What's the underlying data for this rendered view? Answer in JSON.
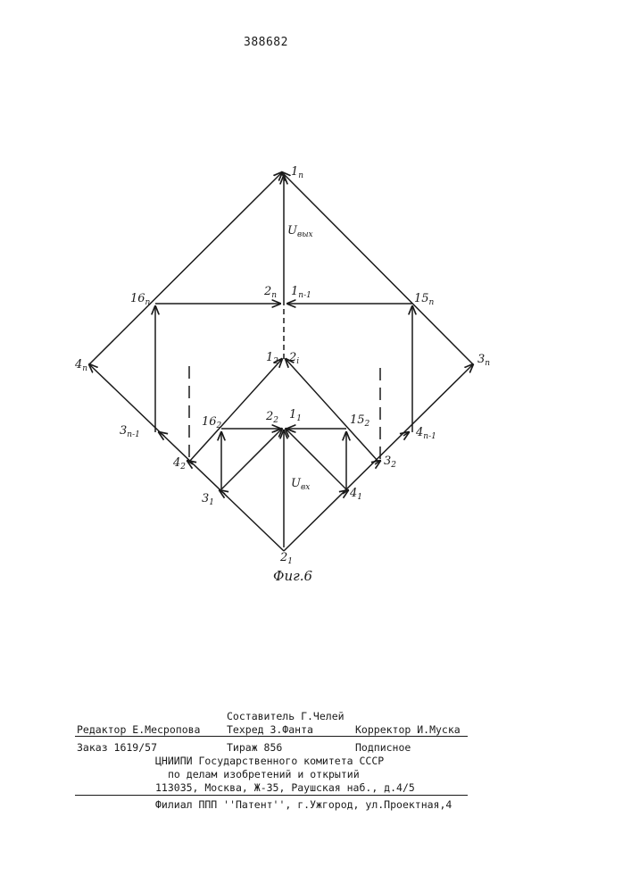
{
  "document": {
    "patent_number": "388682",
    "figure_caption": "Фиг.6"
  },
  "diagram_labels": {
    "n1_top": {
      "base": "1",
      "sub": "n"
    },
    "u_out": {
      "base": "U",
      "sub": "вых"
    },
    "n16_top": {
      "base": "16",
      "sub": "n"
    },
    "n2_top": {
      "base": "2",
      "sub": "n"
    },
    "n1_n1": {
      "base": "1",
      "sub": "n-1"
    },
    "n15_top": {
      "base": "15",
      "sub": "n"
    },
    "n4_n": {
      "base": "4",
      "sub": "n"
    },
    "n3_n": {
      "base": "3",
      "sub": "n"
    },
    "n1_2": {
      "base": "1",
      "sub": "2"
    },
    "n2_i": {
      "base": "2",
      "sub": "i"
    },
    "n3_n1": {
      "base": "3",
      "sub": "n-1"
    },
    "n16_2": {
      "base": "16",
      "sub": "2"
    },
    "n2_2": {
      "base": "2",
      "sub": "2"
    },
    "n1_1": {
      "base": "1",
      "sub": "1"
    },
    "n15_2": {
      "base": "15",
      "sub": "2"
    },
    "n4_n1": {
      "base": "4",
      "sub": "n-1"
    },
    "n4_2": {
      "base": "4",
      "sub": "2"
    },
    "n3_2": {
      "base": "3",
      "sub": "2"
    },
    "u_in": {
      "base": "U",
      "sub": "вх"
    },
    "n3_1": {
      "base": "3",
      "sub": "1"
    },
    "n4_1": {
      "base": "4",
      "sub": "1"
    },
    "n2_1": {
      "base": "2",
      "sub": "1"
    }
  },
  "imprint": {
    "editor": "Редактор Е.Месропова",
    "compiler": "Составитель Г.Челей",
    "techred": "Техред З.Фанта",
    "corrector": "Корректор И.Муска",
    "order": "Заказ 1619/57",
    "circulation": "Тираж 856",
    "subscription": "Подписное",
    "org_line1": "ЦНИИПИ Государственного комитета СССР",
    "org_line2": "по делам изобретений и открытий",
    "org_line3": "113035, Москва, Ж-35, Раушская наб., д.4/5",
    "branch": "Филиал ППП ''Патент'', г.Ужгород, ул.Проектная,4"
  },
  "colors": {
    "ink": "#1a1a1a",
    "paper": "#ffffff"
  }
}
